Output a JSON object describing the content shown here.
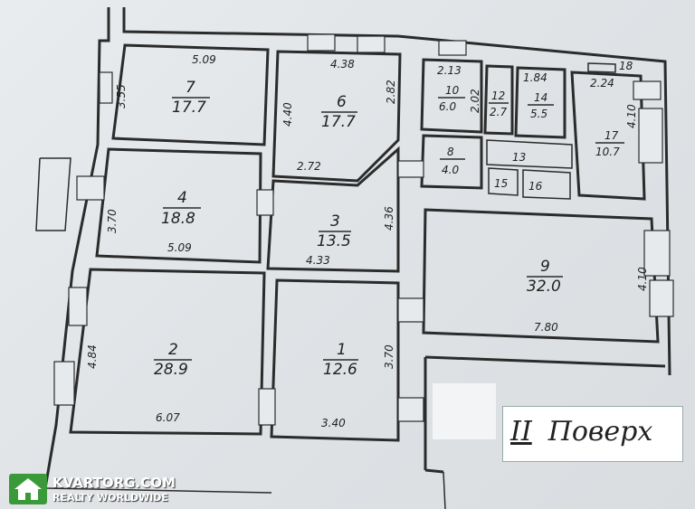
{
  "rooms": [
    {
      "num": "1",
      "area": "12.6"
    },
    {
      "num": "2",
      "area": "28.9"
    },
    {
      "num": "3",
      "area": "13.5"
    },
    {
      "num": "4",
      "area": "18.8"
    },
    {
      "num": "6",
      "area": "17.7"
    },
    {
      "num": "7",
      "area": "17.7"
    },
    {
      "num": "8",
      "area": "4.0"
    },
    {
      "num": "9",
      "area": "32.0"
    },
    {
      "num": "10",
      "area": "6.0"
    },
    {
      "num": "12",
      "area": "2.7"
    },
    {
      "num": "13",
      "area": ""
    },
    {
      "num": "14",
      "area": "5.5"
    },
    {
      "num": "15",
      "area": ""
    },
    {
      "num": "16",
      "area": ""
    },
    {
      "num": "17",
      "area": "10.7"
    },
    {
      "num": "18",
      "area": ""
    }
  ],
  "dimensions": {
    "d_509_top": "5.09",
    "d_355": "3.55",
    "d_438": "4.38",
    "d_440": "4.40",
    "d_282": "2.82",
    "d_213": "2.13",
    "d_202": "2.02",
    "d_184": "1.84",
    "d_224": "2.24",
    "d_410_17": "4.10",
    "d_272": "2.72",
    "d_436": "4.36",
    "d_370": "3.70",
    "d_509_bottom": "5.09",
    "d_433": "4.33",
    "d_410_9": "4.10",
    "d_780": "7.80",
    "d_484": "4.84",
    "d_607": "6.07",
    "d_370_1": "3.70",
    "d_340": "3.40"
  },
  "floor_label": {
    "roman": "II",
    "word": "Поверх"
  },
  "watermark": {
    "brand": "KVARTORG.COM",
    "tagline": "REALTY WORLDWIDE",
    "icon": "house-icon"
  },
  "colors": {
    "paper": "#e3e7e9",
    "ink": "#2b2b2b",
    "watermark_green": "#3a9a3a"
  }
}
